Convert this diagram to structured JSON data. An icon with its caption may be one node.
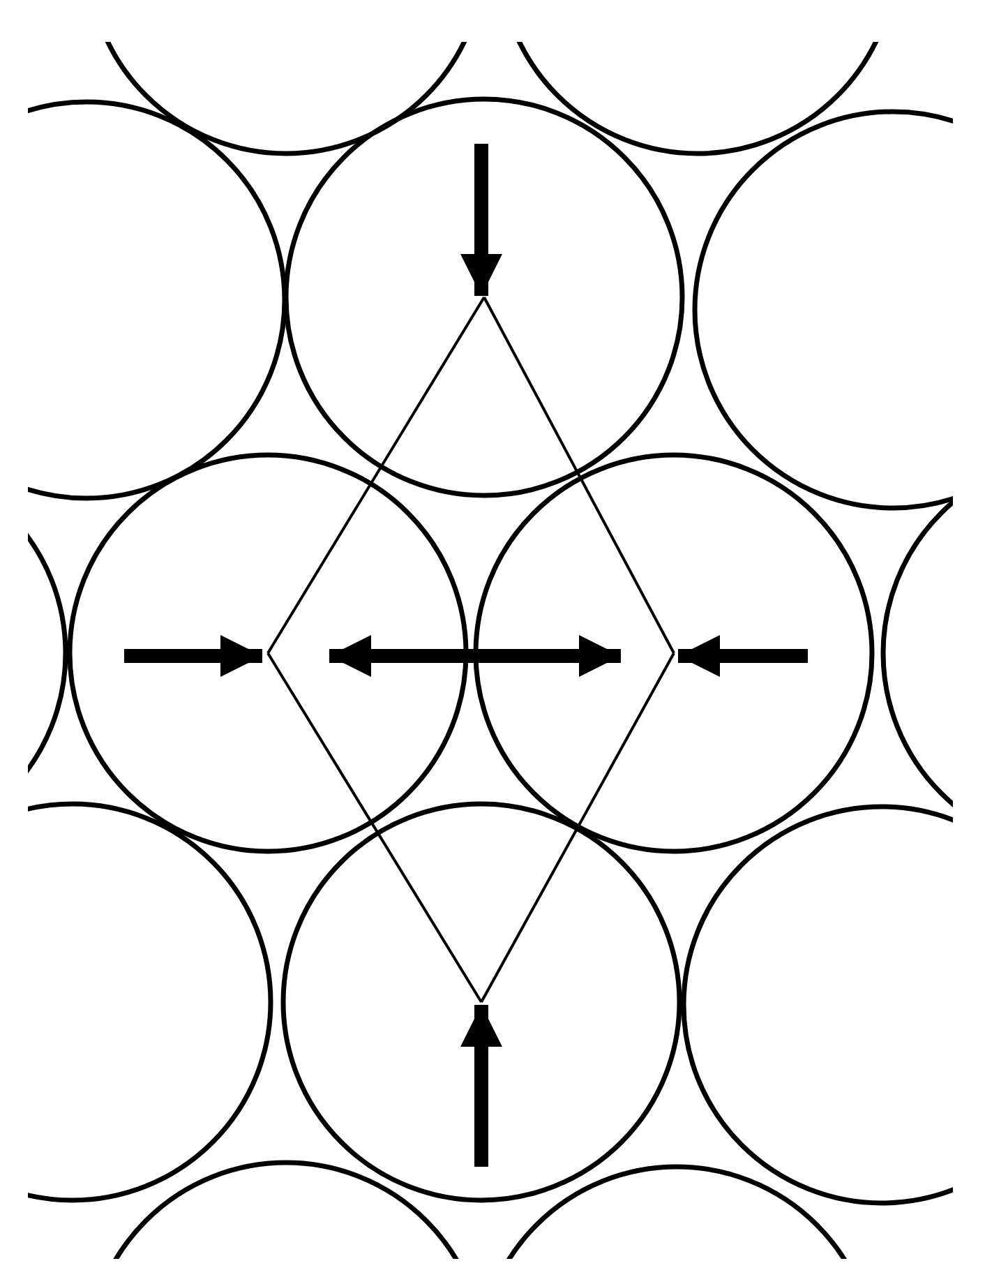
{
  "diagram": {
    "nodes": [
      {
        "text": [],
        "shape": "circle"
      },
      {
        "text": [],
        "shape": "circle"
      },
      {
        "text": [],
        "shape": "circle"
      },
      {
        "text": [],
        "shape": "circle"
      },
      {
        "text": [],
        "shape": "circle"
      },
      {
        "text": [],
        "shape": "circle"
      },
      {
        "text": [],
        "shape": "circle"
      },
      {
        "text": [],
        "shape": "circle"
      },
      {
        "text": [],
        "shape": "circle"
      },
      {
        "text": [],
        "shape": "circle"
      },
      {
        "text": [],
        "shape": "circle"
      },
      {
        "text": [],
        "shape": "circle"
      },
      {
        "text": [],
        "shape": "circle"
      },
      {
        "text": [],
        "shape": "circle"
      }
    ],
    "edges": [
      {
        "from": 3,
        "to": 6,
        "arrow": "none"
      },
      {
        "from": 3,
        "to": 7,
        "arrow": "none"
      },
      {
        "from": 6,
        "to": 10,
        "arrow": "none"
      },
      {
        "from": 7,
        "to": 10,
        "arrow": "none"
      },
      {
        "from": 6,
        "to": 7,
        "arrow": "both",
        "style": "thick"
      }
    ]
  }
}
